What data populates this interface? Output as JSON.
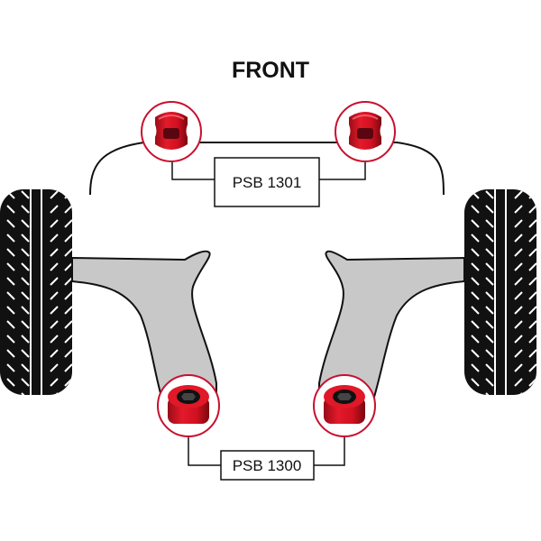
{
  "title": "FRONT",
  "parts": {
    "front_bushes": {
      "code": "PSB 1301"
    },
    "arm_bushes": {
      "code": "PSB 1300"
    }
  },
  "colors": {
    "bush_red": "#d01020",
    "bush_dark": "#8a0a14",
    "arm_grey": "#c8c8c8",
    "tyre_black": "#111111",
    "circle_red": "#c8102e"
  }
}
